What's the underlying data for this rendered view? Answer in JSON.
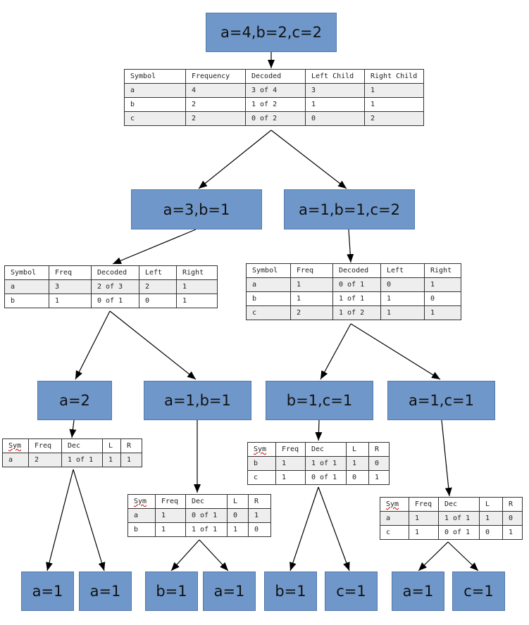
{
  "nodes": {
    "root": "a=4,b=2,c=2",
    "l1_left": "a=3,b=1",
    "l1_right": "a=1,b=1,c=2",
    "l2_a2": "a=2",
    "l2_a1b1": "a=1,b=1",
    "l2_b1c1": "b=1,c=1",
    "l2_a1c1": "a=1,c=1",
    "leaf1": "a=1",
    "leaf2": "a=1",
    "leaf3": "b=1",
    "leaf4": "a=1",
    "leaf5": "b=1",
    "leaf6": "c=1",
    "leaf7": "a=1",
    "leaf8": "c=1"
  },
  "tables": {
    "t_root": {
      "header": [
        "Symbol",
        "Frequency",
        "Decoded",
        "Left Child",
        "Right Child"
      ],
      "rows": [
        [
          "a",
          "4",
          "3 of 4",
          "3",
          "1"
        ],
        [
          "b",
          "2",
          "1 of 2",
          "1",
          "1"
        ],
        [
          "c",
          "2",
          "0 of 2",
          "0",
          "2"
        ]
      ]
    },
    "t_l1_left": {
      "header": [
        "Symbol",
        "Freq",
        "Decoded",
        "Left",
        "Right"
      ],
      "rows": [
        [
          "a",
          "3",
          "2 of 3",
          "2",
          "1"
        ],
        [
          "b",
          "1",
          "0 of 1",
          "0",
          "1"
        ]
      ]
    },
    "t_l1_right": {
      "header": [
        "Symbol",
        "Freq",
        "Decoded",
        "Left",
        "Right"
      ],
      "rows": [
        [
          "a",
          "1",
          "0 of 1",
          "0",
          "1"
        ],
        [
          "b",
          "1",
          "1 of 1",
          "1",
          "0"
        ],
        [
          "c",
          "2",
          "1 of 2",
          "1",
          "1"
        ]
      ]
    },
    "t_a2": {
      "header": [
        "Sym",
        "Freq",
        "Dec",
        "L",
        "R"
      ],
      "rows": [
        [
          "a",
          "2",
          "1 of 1",
          "1",
          "1"
        ]
      ]
    },
    "t_a1b1": {
      "header": [
        "Sym",
        "Freq",
        "Dec",
        "L",
        "R"
      ],
      "rows": [
        [
          "a",
          "1",
          "0 of 1",
          "0",
          "1"
        ],
        [
          "b",
          "1",
          "1 of 1",
          "1",
          "0"
        ]
      ]
    },
    "t_b1c1": {
      "header": [
        "Sym",
        "Freq",
        "Dec",
        "L",
        "R"
      ],
      "rows": [
        [
          "b",
          "1",
          "1 of 1",
          "1",
          "0"
        ],
        [
          "c",
          "1",
          "0 of 1",
          "0",
          "1"
        ]
      ]
    },
    "t_a1c1": {
      "header": [
        "Sym",
        "Freq",
        "Dec",
        "L",
        "R"
      ],
      "rows": [
        [
          "a",
          "1",
          "1 of 1",
          "1",
          "0"
        ],
        [
          "c",
          "1",
          "0 of 1",
          "0",
          "1"
        ]
      ]
    }
  },
  "colors": {
    "node_fill": "#6f97c9",
    "node_border": "#5179ab",
    "edge": "#000000",
    "row_shade": "#eeeeee"
  }
}
